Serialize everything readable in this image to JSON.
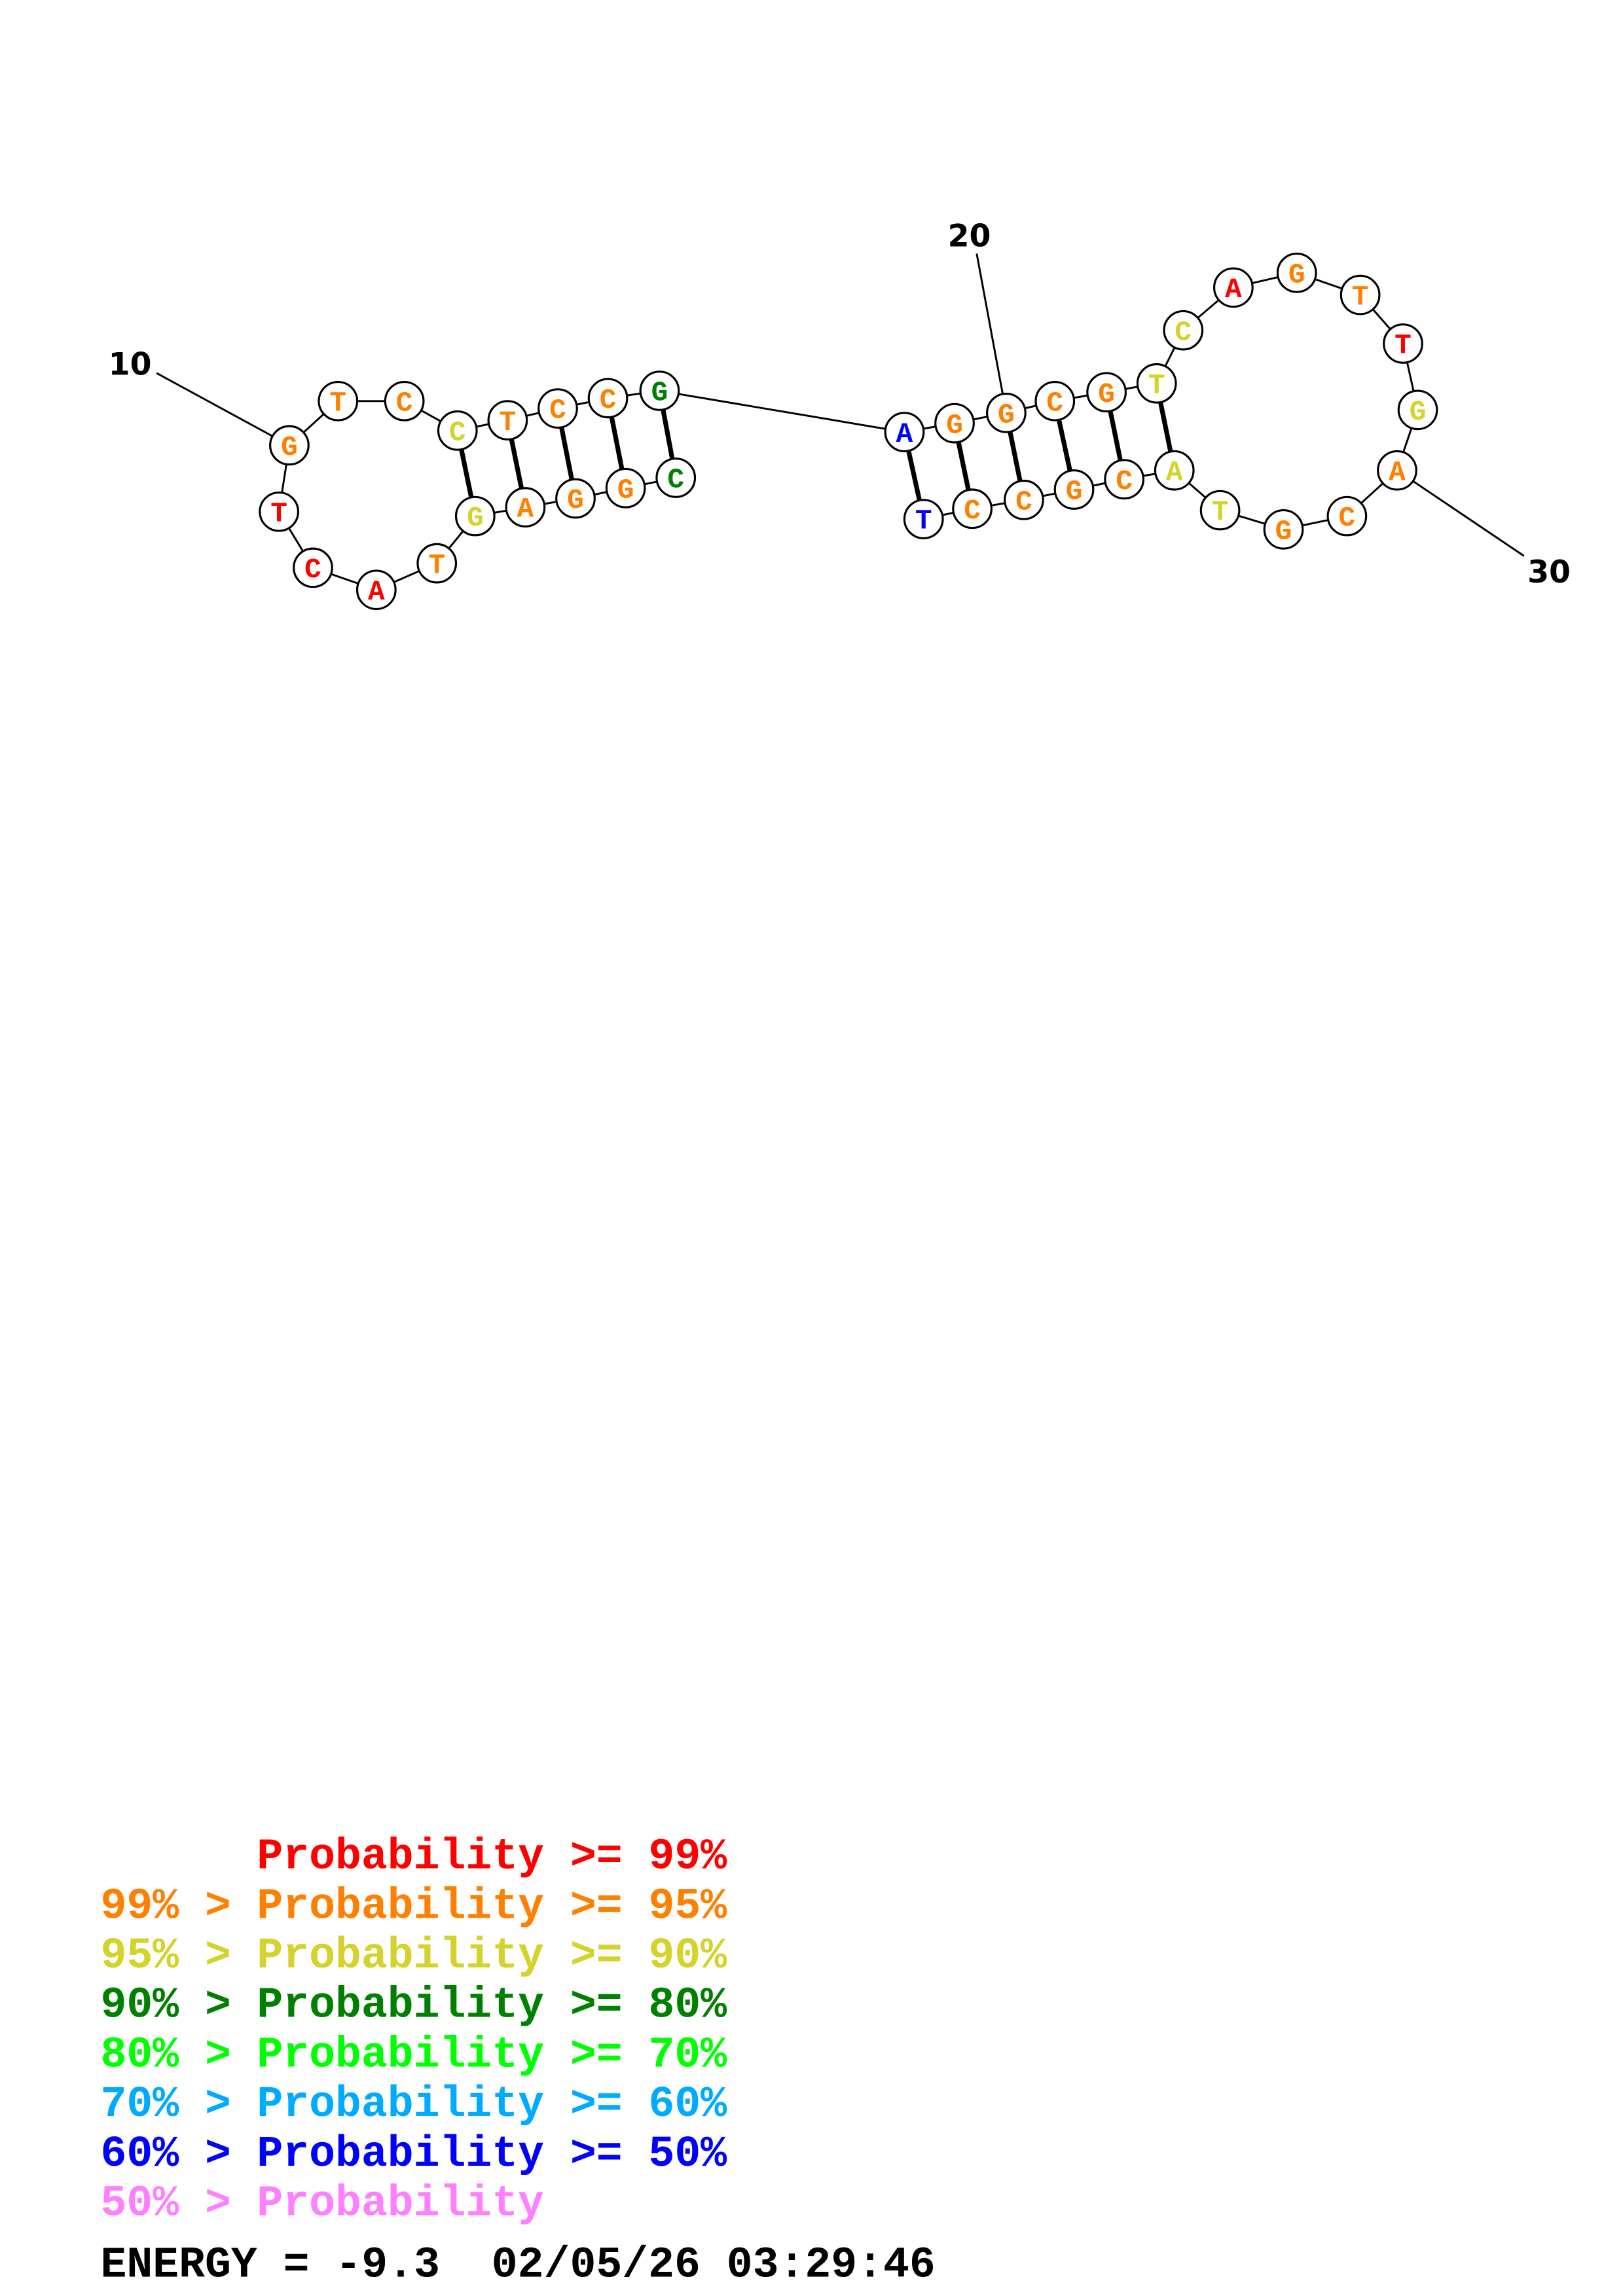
{
  "colors": {
    "p99": "#ff0000",
    "p95": "#ff8000",
    "p90": "#d3d32b",
    "p80": "#008000",
    "p70": "#00ff00",
    "p60": "#00aaff",
    "p50": "#0000ff",
    "plow": "#ff80ff",
    "black": "#000000"
  },
  "sequence": [
    {
      "n": 1,
      "base": "C",
      "prob": "p80"
    },
    {
      "n": 2,
      "base": "G",
      "prob": "p95"
    },
    {
      "n": 3,
      "base": "G",
      "prob": "p95"
    },
    {
      "n": 4,
      "base": "A",
      "prob": "p95"
    },
    {
      "n": 5,
      "base": "G",
      "prob": "p90"
    },
    {
      "n": 6,
      "base": "T",
      "prob": "p95"
    },
    {
      "n": 7,
      "base": "A",
      "prob": "p99"
    },
    {
      "n": 8,
      "base": "C",
      "prob": "p99"
    },
    {
      "n": 9,
      "base": "T",
      "prob": "p99"
    },
    {
      "n": 10,
      "base": "G",
      "prob": "p95"
    },
    {
      "n": 11,
      "base": "T",
      "prob": "p95"
    },
    {
      "n": 12,
      "base": "C",
      "prob": "p95"
    },
    {
      "n": 13,
      "base": "C",
      "prob": "p90"
    },
    {
      "n": 14,
      "base": "T",
      "prob": "p95"
    },
    {
      "n": 15,
      "base": "C",
      "prob": "p95"
    },
    {
      "n": 16,
      "base": "C",
      "prob": "p95"
    },
    {
      "n": 17,
      "base": "G",
      "prob": "p80"
    },
    {
      "n": 18,
      "base": "A",
      "prob": "p50"
    },
    {
      "n": 19,
      "base": "G",
      "prob": "p95"
    },
    {
      "n": 20,
      "base": "G",
      "prob": "p95"
    },
    {
      "n": 21,
      "base": "C",
      "prob": "p95"
    },
    {
      "n": 22,
      "base": "G",
      "prob": "p95"
    },
    {
      "n": 23,
      "base": "T",
      "prob": "p90"
    },
    {
      "n": 24,
      "base": "C",
      "prob": "p90"
    },
    {
      "n": 25,
      "base": "A",
      "prob": "p99"
    },
    {
      "n": 26,
      "base": "G",
      "prob": "p95"
    },
    {
      "n": 27,
      "base": "T",
      "prob": "p95"
    },
    {
      "n": 28,
      "base": "T",
      "prob": "p99"
    },
    {
      "n": 29,
      "base": "G",
      "prob": "p90"
    },
    {
      "n": 30,
      "base": "A",
      "prob": "p95"
    },
    {
      "n": 31,
      "base": "C",
      "prob": "p95"
    },
    {
      "n": 32,
      "base": "G",
      "prob": "p95"
    },
    {
      "n": 33,
      "base": "T",
      "prob": "p90"
    },
    {
      "n": 34,
      "base": "A",
      "prob": "p90"
    },
    {
      "n": 35,
      "base": "C",
      "prob": "p95"
    },
    {
      "n": 36,
      "base": "G",
      "prob": "p95"
    },
    {
      "n": 37,
      "base": "C",
      "prob": "p95"
    },
    {
      "n": 38,
      "base": "C",
      "prob": "p95"
    },
    {
      "n": 39,
      "base": "T",
      "prob": "p50"
    }
  ],
  "pairs": [
    [
      13,
      5
    ],
    [
      14,
      4
    ],
    [
      15,
      3
    ],
    [
      16,
      2
    ],
    [
      17,
      1
    ],
    [
      18,
      39
    ],
    [
      19,
      38
    ],
    [
      20,
      37
    ],
    [
      21,
      36
    ],
    [
      22,
      35
    ],
    [
      23,
      34
    ]
  ],
  "position_labels": [
    {
      "n": 10,
      "text": "10"
    },
    {
      "n": 20,
      "text": "20"
    },
    {
      "n": 30,
      "text": "30"
    }
  ],
  "legend": [
    {
      "prefix": "",
      "text": "Probability >= 99%",
      "color": "p99"
    },
    {
      "prefix": "99% > ",
      "text": "Probability >= 95%",
      "color": "p95"
    },
    {
      "prefix": "95% > ",
      "text": "Probability >= 90%",
      "color": "p90"
    },
    {
      "prefix": "90% > ",
      "text": "Probability >= 80%",
      "color": "p80"
    },
    {
      "prefix": "80% > ",
      "text": "Probability >= 70%",
      "color": "p70"
    },
    {
      "prefix": "70% > ",
      "text": "Probability >= 60%",
      "color": "p60"
    },
    {
      "prefix": "60% > ",
      "text": "Probability >= 50%",
      "color": "p50"
    },
    {
      "prefix": "50% > ",
      "text": "Probability",
      "color": "plow"
    }
  ],
  "footer": {
    "energy": "ENERGY = -9.3",
    "timestamp": "02/05/26 03:29:46"
  }
}
